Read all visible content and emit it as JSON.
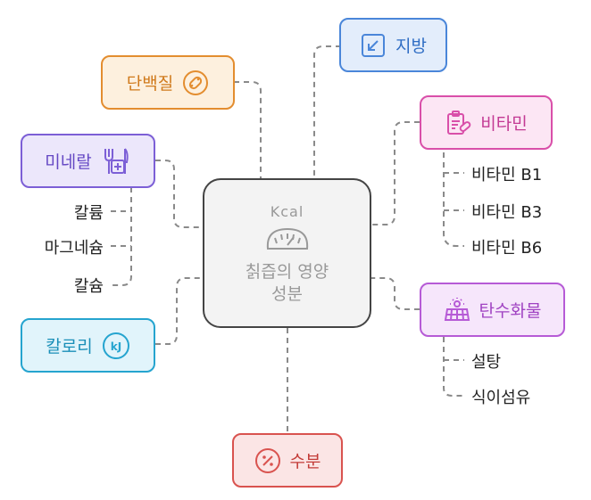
{
  "center": {
    "header": "Kcal",
    "title": "칡즙의 영양 성분"
  },
  "nodes": {
    "protein": {
      "label": "단백질",
      "color": "#e38d2f",
      "icon": "pill-icon"
    },
    "fat": {
      "label": "지방",
      "color": "#4a86d9",
      "icon": "resize-arrow-icon"
    },
    "vitamin": {
      "label": "비타민",
      "color": "#d94fa9",
      "icon": "clipboard-pill-icon"
    },
    "mineral": {
      "label": "미네랄",
      "color": "#7c5fd6",
      "icon": "utensils-plus-icon"
    },
    "carb": {
      "label": "탄수화물",
      "color": "#b65ad6",
      "icon": "solar-panel-icon"
    },
    "calorie": {
      "label": "칼로리",
      "color": "#25a4cf",
      "icon": "kj-icon",
      "icon_text": "kJ"
    },
    "water": {
      "label": "수분",
      "color": "#d9534f",
      "icon": "percent-icon"
    }
  },
  "vitamin_items": [
    "비타민 B1",
    "비타민 B3",
    "비타민 B6"
  ],
  "mineral_items": [
    "칼륨",
    "마그네슘",
    "칼슘"
  ],
  "carb_items": [
    "설탕",
    "식이섬유"
  ]
}
